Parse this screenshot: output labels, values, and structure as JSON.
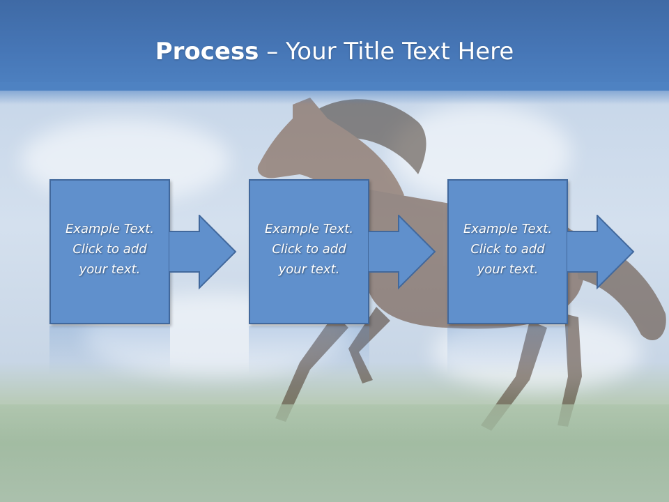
{
  "slide": {
    "title_bold": "Process",
    "title_rest": " – Your Title Text Here",
    "steps": [
      {
        "text": "Example Text.\nClick  to add\nyour text."
      },
      {
        "text": "Example Text.\nClick  to add\nyour text."
      },
      {
        "text": "Example Text.\nClick  to add\nyour text."
      }
    ]
  },
  "colors": {
    "header": "#4676b6",
    "box_fill": "#6090cc",
    "box_border": "#41689c"
  }
}
